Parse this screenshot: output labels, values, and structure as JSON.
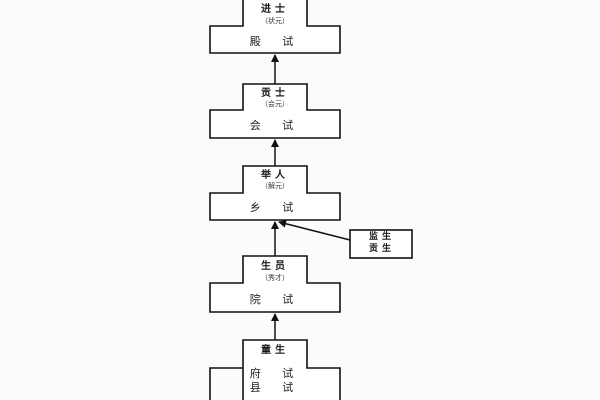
{
  "levels": [
    {
      "rank": "进士",
      "title": "（状元）",
      "exam": "殿 试"
    },
    {
      "rank": "贡士",
      "title": "（会元）",
      "exam": "会 试"
    },
    {
      "rank": "举人",
      "title": "（解元）",
      "exam": "乡 试"
    },
    {
      "rank": "生员",
      "title": "（秀才）",
      "exam": "院 试"
    },
    {
      "rank": "童生",
      "exam_lines": [
        "府 试",
        "县 试"
      ]
    }
  ],
  "side_box": {
    "lines": [
      "监生",
      "贡生"
    ]
  }
}
